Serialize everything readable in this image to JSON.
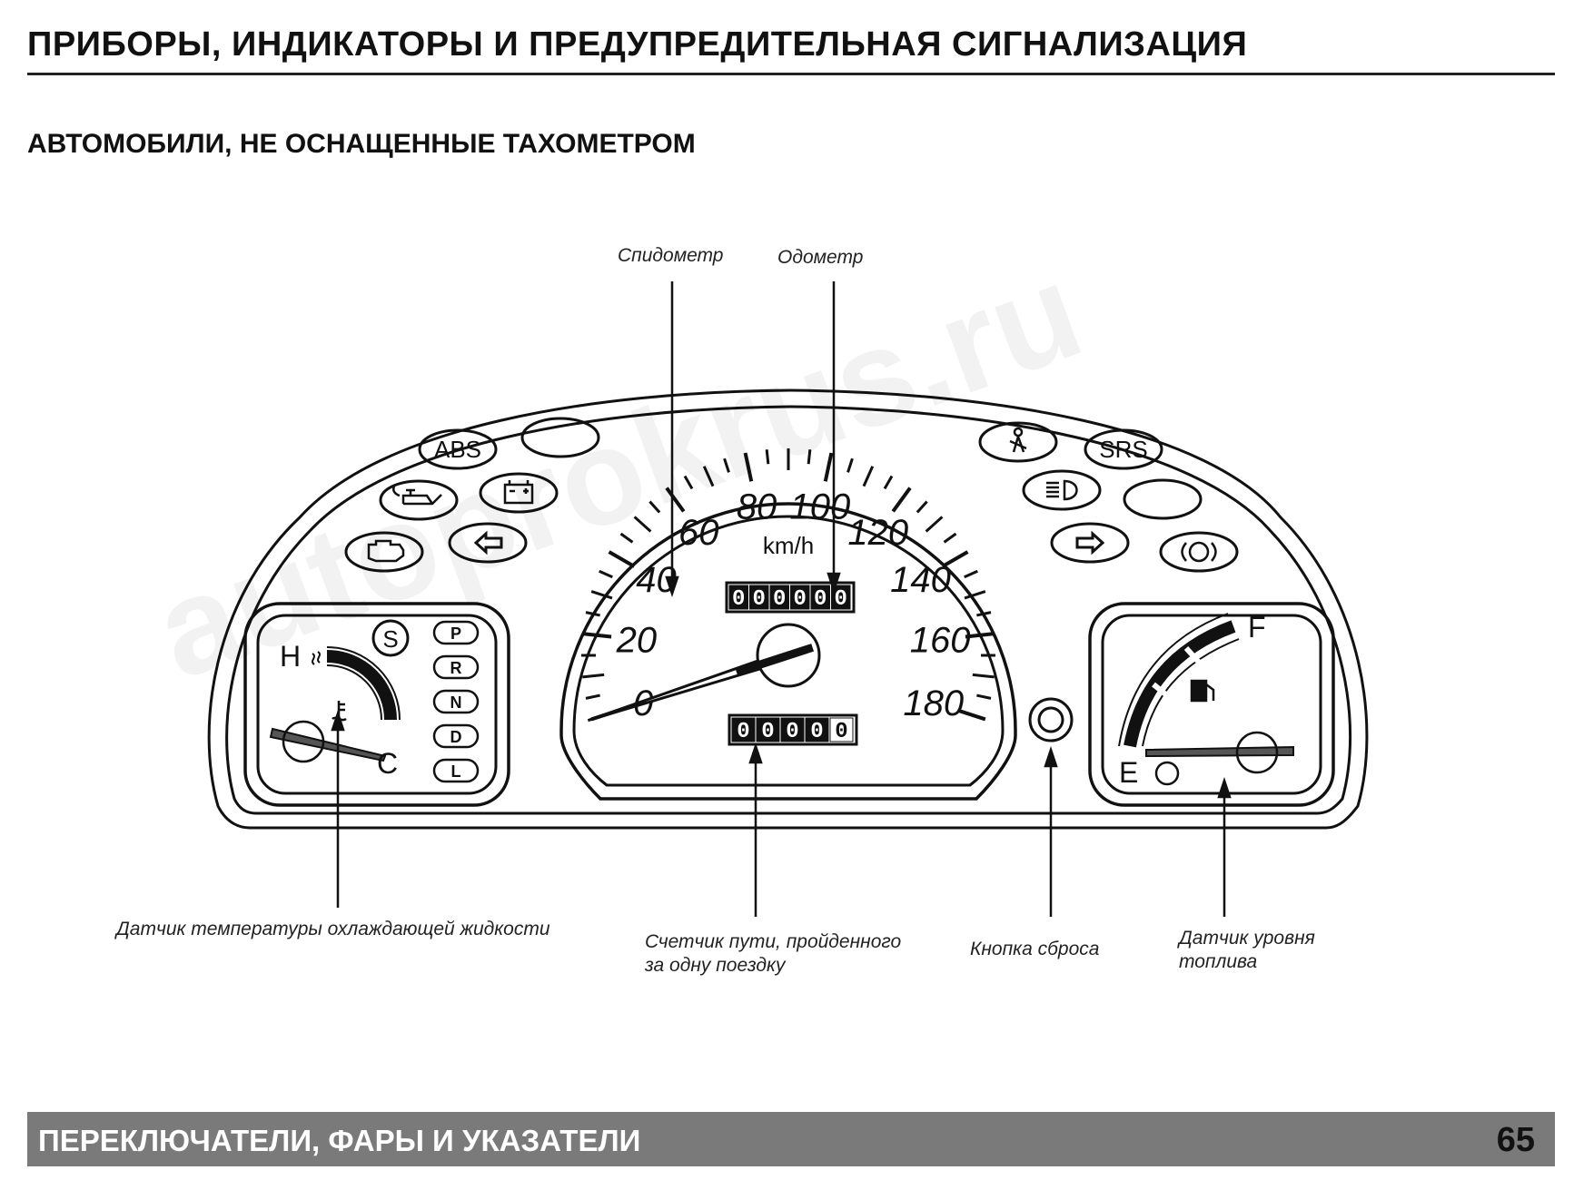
{
  "page": {
    "title": "ПРИБОРЫ, ИНДИКАТОРЫ И ПРЕДУПРЕДИТЕЛЬНАЯ СИГНАЛИЗАЦИЯ",
    "subtitle": "АВТОМОБИЛИ, НЕ ОСНАЩЕННЫЕ ТАХОМЕТРОМ",
    "footer_title": "ПЕРЕКЛЮЧАТЕЛИ, ФАРЫ И УКАЗАТЕЛИ",
    "page_number": "65",
    "watermark": "autoprokrus.ru"
  },
  "callouts": {
    "speedometer": "Спидометр",
    "odometer": "Одометр",
    "coolant_temp": "Датчик температуры охлаждающей жидкости",
    "trip_line1": "Счетчик пути, пройденного",
    "trip_line2": "за одну поездку",
    "reset_button": "Кнопка сброса",
    "fuel_line1": "Датчик уровня",
    "fuel_line2": "топлива"
  },
  "speedometer": {
    "unit": "km/h",
    "scale": [
      "0",
      "20",
      "40",
      "60",
      "80",
      "100",
      "120",
      "140",
      "160",
      "180"
    ],
    "max": 180,
    "needle_value": 0
  },
  "odometer": {
    "digits": [
      "0",
      "0",
      "0",
      "0",
      "0",
      "0"
    ]
  },
  "trip": {
    "digits": [
      "0",
      "0",
      "0",
      "0",
      "0"
    ]
  },
  "lamps": {
    "abs": "ABS",
    "srs": "SRS"
  },
  "gear_indicator": {
    "sport": "S",
    "gears": [
      "P",
      "R",
      "N",
      "D",
      "L"
    ]
  },
  "temp_gauge": {
    "hot": "H",
    "cold": "C"
  },
  "fuel_gauge": {
    "full": "F",
    "empty": "E"
  }
}
